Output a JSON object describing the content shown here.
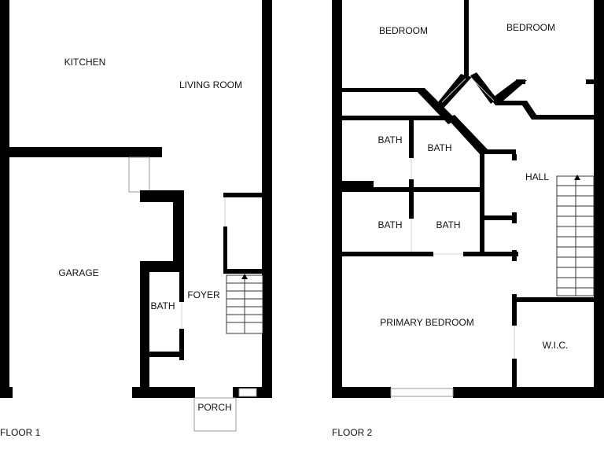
{
  "floors": [
    {
      "label": "FLOOR 1",
      "rooms": {
        "kitchen": "KITCHEN",
        "living_room": "LIVING ROOM",
        "garage": "GARAGE",
        "bath": "BATH",
        "foyer": "FOYER",
        "porch": "PORCH"
      }
    },
    {
      "label": "FLOOR 2",
      "rooms": {
        "bedroom_left": "BEDROOM",
        "bedroom_right": "BEDROOM",
        "bath_1": "BATH",
        "bath_2": "BATH",
        "bath_3": "BATH",
        "bath_4": "BATH",
        "hall": "HALL",
        "primary_bedroom": "PRIMARY BEDROOM",
        "wic": "W.I.C."
      }
    }
  ],
  "colors": {
    "wall": "#000000",
    "background": "#ffffff"
  }
}
